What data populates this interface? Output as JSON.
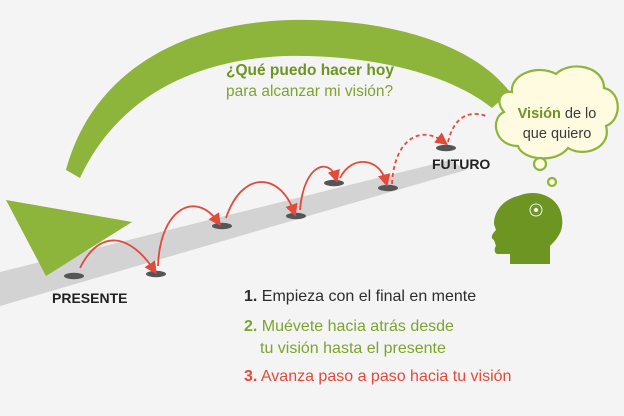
{
  "question": {
    "line1_bold": "¿Qué puedo hacer hoy",
    "line2": "para alcanzar mi visión?"
  },
  "cloud": {
    "bold": "Visión",
    "rest1": " de lo",
    "line2": "que quiero"
  },
  "labels": {
    "present": "PRESENTE",
    "future": "FUTURO"
  },
  "steps": [
    {
      "num": "1.",
      "line1": "Empieza con el final en mente",
      "line2": ""
    },
    {
      "num": "2.",
      "line1": "Muévete hacia atrás desde",
      "line2": "tu visión hasta el presente"
    },
    {
      "num": "3.",
      "line1": "Avanza paso a paso hacia tu visión",
      "line2": ""
    }
  ],
  "colors": {
    "green": "#8db43b",
    "green_dark": "#6c9522",
    "red": "#e24a3b",
    "road": "#d3d3d3",
    "background": "#f4f4f4"
  },
  "icons": [
    "head-silhouette-icon",
    "thought-cloud-icon",
    "curved-arrow-icon",
    "hop-arrow-icon"
  ]
}
